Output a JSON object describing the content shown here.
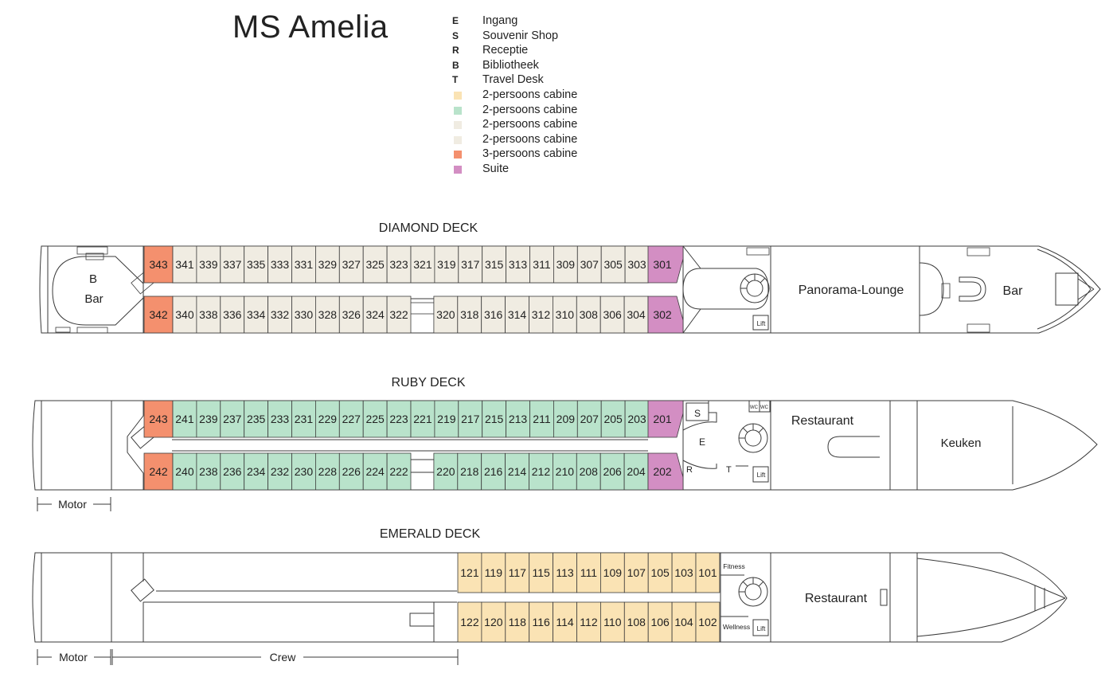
{
  "title": "MS Amelia",
  "colors": {
    "ink": "#3a3a3a",
    "peach": "#fae3b4",
    "mint": "#b9e3cb",
    "beige": "#f0ece2",
    "salmon": "#f4906e",
    "pink": "#d38ec3"
  },
  "legend": [
    {
      "symbol": "E",
      "label": "Ingang"
    },
    {
      "symbol": "S",
      "label": "Souvenir Shop"
    },
    {
      "symbol": "R",
      "label": "Receptie"
    },
    {
      "symbol": "B",
      "label": "Bibliotheek"
    },
    {
      "symbol": "T",
      "label": "Travel Desk"
    },
    {
      "swatch": "peach",
      "label": "2-persoons cabine"
    },
    {
      "swatch": "mint",
      "label": "2-persoons cabine"
    },
    {
      "swatch": "beige",
      "label": "2-persoons cabine"
    },
    {
      "swatch": "beige",
      "label": "2-persoons cabine"
    },
    {
      "swatch": "salmon",
      "label": "3-persoons cabine"
    },
    {
      "swatch": "pink",
      "label": "Suite"
    }
  ],
  "decks": [
    {
      "id": "diamond",
      "name": "DIAMOND DECK",
      "cabin_color": "beige",
      "end_top": "343",
      "end_bottom": "342",
      "top_cabins": [
        "341",
        "339",
        "337",
        "335",
        "333",
        "331",
        "329",
        "327",
        "325",
        "323",
        "321",
        "319",
        "317",
        "315",
        "313",
        "311",
        "309",
        "307",
        "305",
        "303"
      ],
      "bottom_aft": [
        "340",
        "338",
        "336",
        "334",
        "332",
        "330",
        "328",
        "326",
        "324",
        "322"
      ],
      "bottom_fwd": [
        "320",
        "318",
        "316",
        "314",
        "312",
        "310",
        "308",
        "306",
        "304"
      ],
      "suite_top": "301",
      "suite_bottom": "302",
      "labels": {
        "bar_aft_b": "B",
        "bar_aft": "Bar",
        "lounge": "Panorama-Lounge",
        "bar_fwd": "Bar",
        "lift": "Lift"
      }
    },
    {
      "id": "ruby",
      "name": "RUBY DECK",
      "cabin_color": "mint",
      "end_top": "243",
      "end_bottom": "242",
      "top_cabins": [
        "241",
        "239",
        "237",
        "235",
        "233",
        "231",
        "229",
        "227",
        "225",
        "223",
        "221",
        "219",
        "217",
        "215",
        "213",
        "211",
        "209",
        "207",
        "205",
        "203"
      ],
      "bottom_aft": [
        "240",
        "238",
        "236",
        "234",
        "232",
        "230",
        "228",
        "226",
        "224",
        "222"
      ],
      "bottom_fwd": [
        "220",
        "218",
        "216",
        "214",
        "212",
        "210",
        "208",
        "206",
        "204"
      ],
      "suite_top": "201",
      "suite_bottom": "202",
      "labels": {
        "s": "S",
        "e": "E",
        "r": "R",
        "t": "T",
        "wc1": "WC",
        "wc2": "WC",
        "restaurant": "Restaurant",
        "kitchen": "Keuken",
        "lift": "Lift",
        "motor": "Motor"
      }
    },
    {
      "id": "emerald",
      "name": "EMERALD DECK",
      "cabin_color": "peach",
      "top_cabins": [
        "121",
        "119",
        "117",
        "115",
        "113",
        "111",
        "109",
        "107",
        "105",
        "103",
        "101"
      ],
      "bottom_cabins": [
        "122",
        "120",
        "118",
        "116",
        "114",
        "112",
        "110",
        "108",
        "106",
        "104",
        "102"
      ],
      "labels": {
        "fitness": "Fitness",
        "wellness": "Wellness",
        "lift": "Lift",
        "restaurant": "Restaurant",
        "motor": "Motor",
        "crew": "Crew"
      }
    }
  ]
}
